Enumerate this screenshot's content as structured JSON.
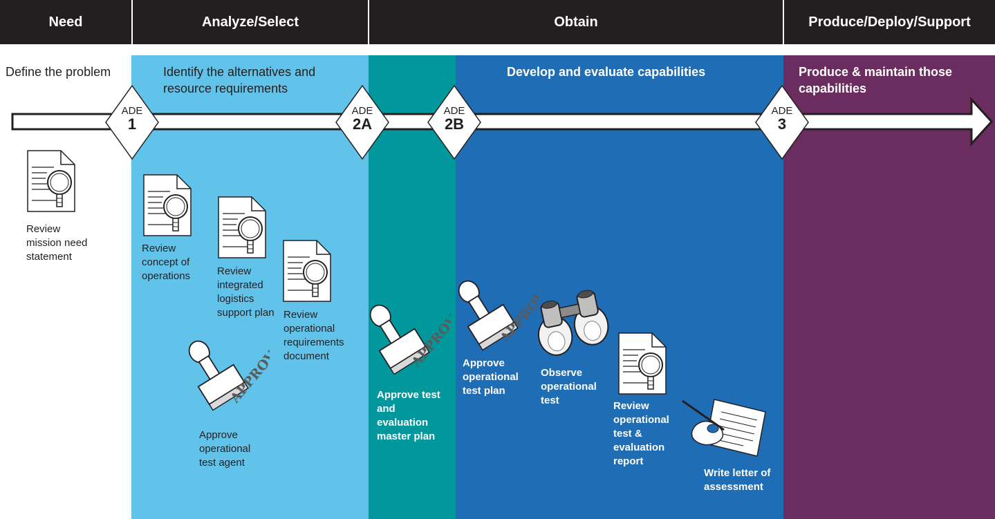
{
  "phases": {
    "need": "Need",
    "analyze": "Analyze/Select",
    "obtain": "Obtain",
    "produce": "Produce/Deploy/Support"
  },
  "bands": {
    "define": "Define the problem",
    "identify": "Identify the alternatives and resource requirements",
    "develop": "Develop and evaluate capabilities",
    "produce": "Produce & maintain those capabilities"
  },
  "ade": [
    {
      "top": "ADE",
      "num": "1"
    },
    {
      "top": "ADE",
      "num": "2A"
    },
    {
      "top": "ADE",
      "num": "2B"
    },
    {
      "top": "ADE",
      "num": "3"
    }
  ],
  "activities": {
    "mission_need": "Review mission need statement",
    "concept_ops": "Review concept of operations",
    "ilsp": "Review integrated logistics support plan",
    "ord": "Review operational requirements document",
    "test_agent": "Approve operational test agent",
    "temp": "Approve test and evaluation master plan",
    "otp": "Approve operational test plan",
    "observe": "Observe operational test",
    "report": "Review operational test & evaluation report",
    "letter": "Write letter of assessment"
  },
  "stamp_text": "APPROVE",
  "icons": {
    "review": "document-magnifier-icon",
    "approve": "approve-stamp-icon",
    "observe": "binoculars-icon",
    "write": "pen-writing-icon"
  },
  "colors": {
    "header": "#231f20",
    "analyze": "#62c3ea",
    "approve_temp": "#00979d",
    "develop": "#1f6db4",
    "produce": "#6b2c5f",
    "arrow_border": "#231f20"
  }
}
